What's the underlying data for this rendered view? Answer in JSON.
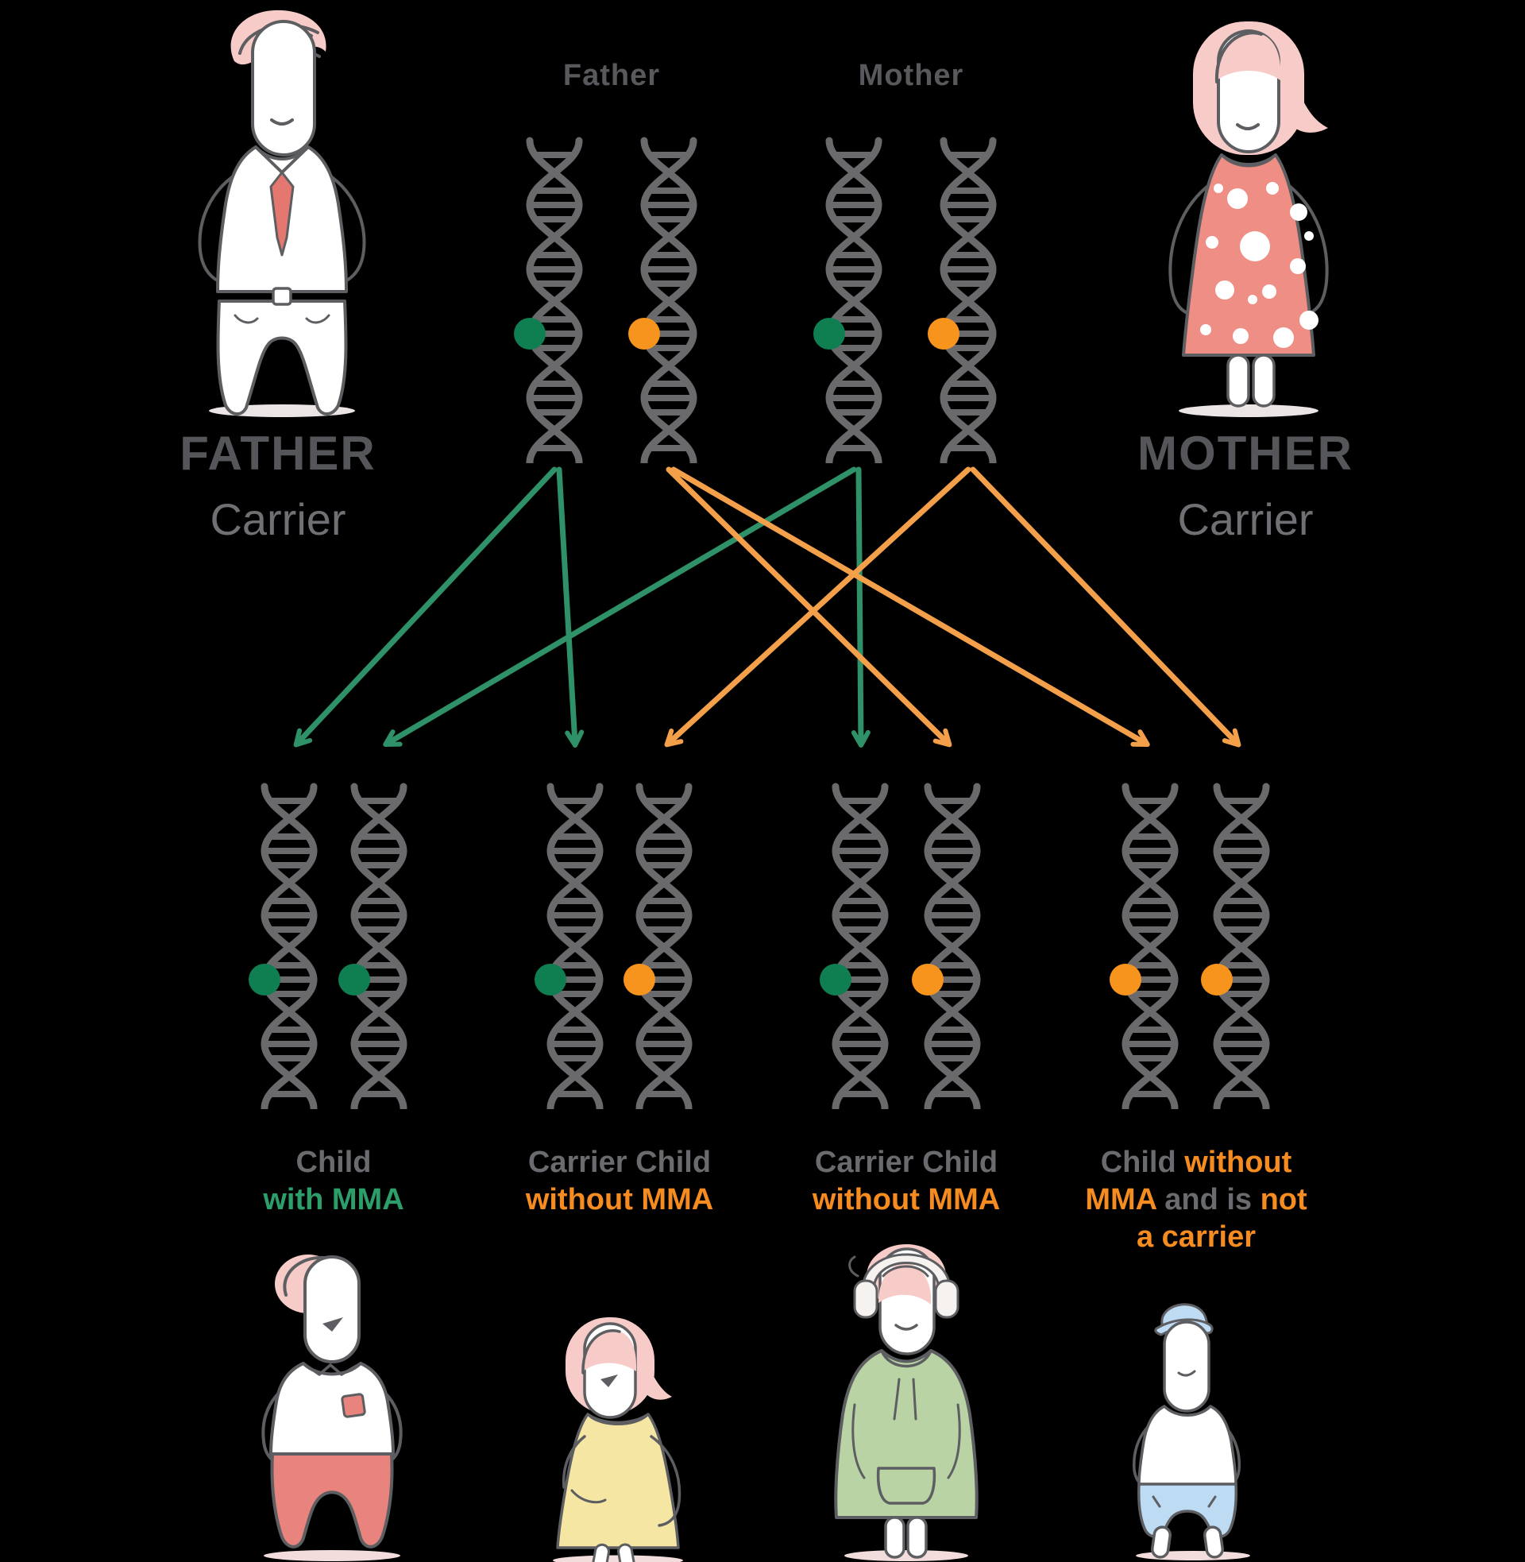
{
  "parents": {
    "father": {
      "caption_line1": "FATHER",
      "caption_line2": "Carrier",
      "dna_label": "Father",
      "genes": [
        "green",
        "orange"
      ]
    },
    "mother": {
      "caption_line1": "MOTHER",
      "caption_line2": "Carrier",
      "dna_label": "Mother",
      "genes": [
        "green",
        "orange"
      ]
    }
  },
  "children": [
    {
      "genes": [
        "green",
        "green"
      ],
      "caption_lines": [
        [
          {
            "text": "Child",
            "color": "gray"
          }
        ],
        [
          {
            "text": "with MMA",
            "color": "green"
          }
        ]
      ]
    },
    {
      "genes": [
        "green",
        "orange"
      ],
      "caption_lines": [
        [
          {
            "text": "Carrier Child",
            "color": "gray"
          }
        ],
        [
          {
            "text": "without MMA",
            "color": "orange"
          }
        ]
      ]
    },
    {
      "genes": [
        "green",
        "orange"
      ],
      "caption_lines": [
        [
          {
            "text": "Carrier Child",
            "color": "gray"
          }
        ],
        [
          {
            "text": "without MMA",
            "color": "orange"
          }
        ]
      ]
    },
    {
      "genes": [
        "orange",
        "orange"
      ],
      "caption_lines": [
        [
          {
            "text": "Child ",
            "color": "gray"
          },
          {
            "text": "without",
            "color": "orange"
          }
        ],
        [
          {
            "text": "MMA ",
            "color": "orange"
          },
          {
            "text": "and is ",
            "color": "gray"
          },
          {
            "text": "not",
            "color": "orange"
          }
        ],
        [
          {
            "text": "a carrier",
            "color": "orange"
          }
        ]
      ]
    }
  ],
  "arrows": [
    {
      "from": "father-green-gene",
      "to": "child-1-left-helix",
      "color": "green"
    },
    {
      "from": "father-green-gene",
      "to": "child-2-left-helix",
      "color": "green"
    },
    {
      "from": "mother-green-gene",
      "to": "child-1-right-helix",
      "color": "green"
    },
    {
      "from": "mother-green-gene",
      "to": "child-3-left-helix",
      "color": "green"
    },
    {
      "from": "father-orange-gene",
      "to": "child-3-right-helix",
      "color": "orange"
    },
    {
      "from": "father-orange-gene",
      "to": "child-4-left-helix",
      "color": "orange"
    },
    {
      "from": "mother-orange-gene",
      "to": "child-2-right-helix",
      "color": "orange"
    },
    {
      "from": "mother-orange-gene",
      "to": "child-4-right-helix",
      "color": "orange"
    }
  ],
  "colors": {
    "gene_green": "#0F7F52",
    "gene_orange": "#F7941D",
    "arrow_green": "#2F9168",
    "arrow_orange": "#F4A04B",
    "text_green": "#2B9E6A",
    "text_orange": "#F68B1F",
    "text_gray": "#6A6B6E",
    "heading_gray": "#55565A",
    "helix_gray": "#6A6A6D",
    "background": "#000000"
  }
}
